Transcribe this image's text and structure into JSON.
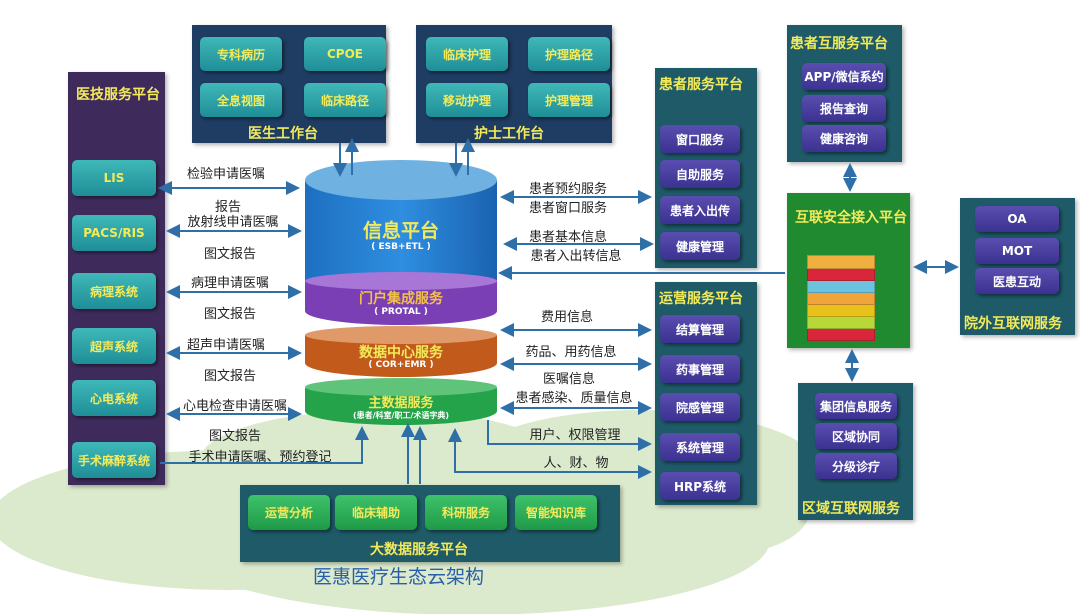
{
  "title": "医惠医疗生态云架构",
  "tech_platform": {
    "title": "医技服务平台",
    "items": [
      "LIS",
      "PACS/RIS",
      "病理系统",
      "超声系统",
      "心电系统",
      "手术麻醉系统"
    ]
  },
  "doctor": {
    "title": "医生工作台",
    "items": [
      "专科病历",
      "CPOE",
      "全息视图",
      "临床路径"
    ]
  },
  "nurse": {
    "title": "护士工作台",
    "items": [
      "临床护理",
      "护理路径",
      "移动护理",
      "护理管理"
    ]
  },
  "patient_service": {
    "title": "患者服务平台",
    "items": [
      "窗口服务",
      "自助服务",
      "患者入出传",
      "健康管理"
    ]
  },
  "operation": {
    "title": "运营服务平台",
    "items": [
      "结算管理",
      "药事管理",
      "院感管理",
      "系统管理",
      "HRP系统"
    ]
  },
  "patient_internet": {
    "title": "患者互服务平台",
    "items": [
      "APP/微信系约",
      "报告查询",
      "健康咨询"
    ]
  },
  "secure_access": {
    "title": "互联安全接入平台"
  },
  "external": {
    "title": "院外互联网服务",
    "items": [
      "OA",
      "MOT",
      "医患互动"
    ]
  },
  "regional": {
    "title": "区域互联网服务",
    "items": [
      "集团信息服务",
      "区域协同",
      "分级诊疗"
    ]
  },
  "bigdata": {
    "title": "大数据服务平台",
    "items": [
      "运营分析",
      "临床辅助",
      "科研服务",
      "智能知识库"
    ]
  },
  "core": {
    "info": "信息平台",
    "info_sub": "( ESB+ETL )",
    "portal": "门户集成服务",
    "portal_sub": "( PROTAL )",
    "datacenter": "数据中心服务",
    "datacenter_sub": "( COR+EMR )",
    "master": "主数据服务",
    "master_sub": "(患者/科室/职工/术语字典)"
  },
  "left_flows": [
    "检验申请医嘱",
    "报告",
    "放射线申请医嘱",
    "图文报告",
    "病理申请医嘱",
    "图文报告",
    "超声申请医嘱",
    "图文报告",
    "心电检查申请医嘱",
    "图文报告",
    "手术申请医嘱、预约登记"
  ],
  "right_flows": [
    "患者预约服务",
    "患者窗口服务",
    "患者基本信息",
    "患者入出转信息",
    "费用信息",
    "药品、用药信息",
    "医嘱信息",
    "患者感染、质量信息",
    "用户、权限管理",
    "人、财、物"
  ],
  "colors": {
    "purple_panel": "#3e2b5c",
    "navy_panel": "#1f3c63",
    "teal_panel": "#1e5a68",
    "green_panel": "#1f8a30",
    "highlight": "#f3ea5a"
  }
}
